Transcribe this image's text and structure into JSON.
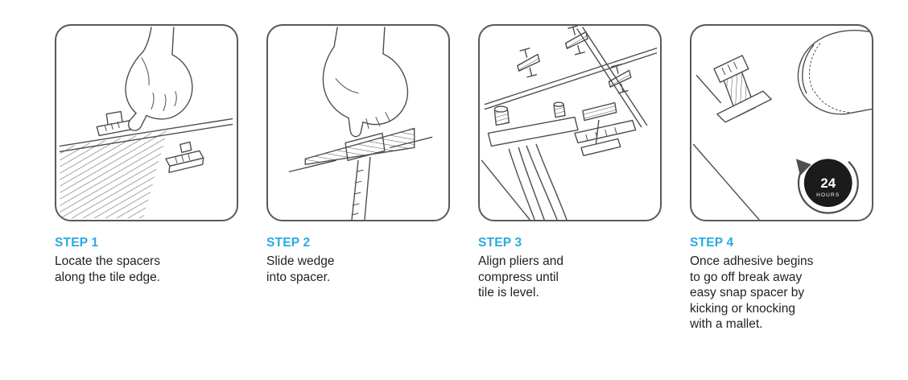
{
  "colors": {
    "accent": "#29abe2",
    "text": "#231f20",
    "line": "#4d4d4d",
    "panel_border": "#58595b",
    "badge_bg": "#1b1b1b"
  },
  "steps": [
    {
      "label": "STEP 1",
      "description": "Locate the spacers\nalong the tile edge.",
      "illustration": "hand placing spacer along tile edge"
    },
    {
      "label": "STEP 2",
      "description": "Slide wedge\ninto spacer.",
      "illustration": "hand sliding wedge into spacer"
    },
    {
      "label": "STEP 3",
      "description": "Align pliers and\ncompress until\ntile is level.",
      "illustration": "pliers compressing wedge spacers on tiles"
    },
    {
      "label": "STEP 4",
      "description": "Once adhesive begins\nto go off break away\neasy snap spacer by\nkicking or knocking\nwith a mallet.",
      "illustration": "shoe kicking away snap spacer after 24 hours"
    }
  ],
  "badge": {
    "value": "24",
    "unit": "HOURS"
  }
}
